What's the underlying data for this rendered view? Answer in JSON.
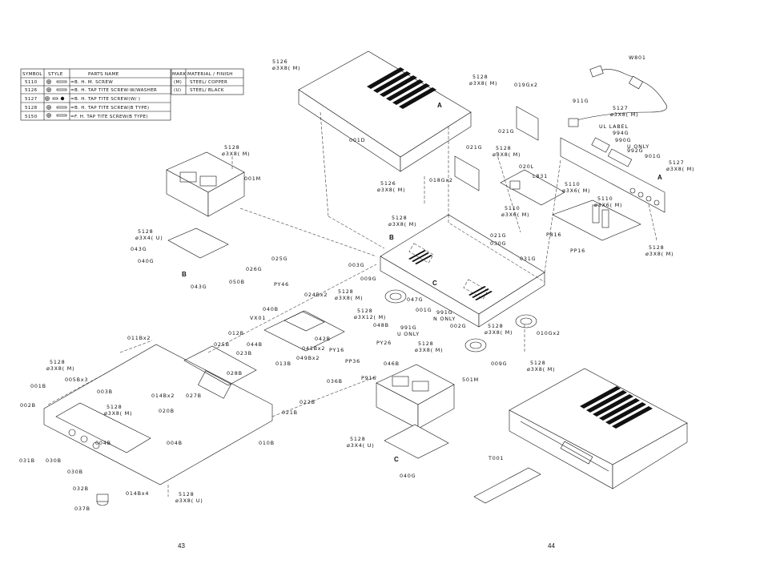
{
  "legend_table": {
    "headers": {
      "symbol": "SYMBOL",
      "style": "STYLE",
      "parts_name": "PARTS NAME"
    },
    "rows": [
      {
        "symbol": "5110",
        "name": "=B. H. M. SCREW"
      },
      {
        "symbol": "5126",
        "name": "=B. H. TAP TITE SCREW-W/WASHER"
      },
      {
        "symbol": "5127",
        "name": "=B. H. TAP TITE SCREW(W/ )"
      },
      {
        "symbol": "5128",
        "name": "=B. H. TAP TITE SCREW(B TYPE)"
      },
      {
        "symbol": "5150",
        "name": "=F. H. TAP TITE SCREW(B TYPE)"
      }
    ]
  },
  "mark_table": {
    "headers": {
      "mark": "MARK",
      "material": "MATERIAL / FINISH"
    },
    "rows": [
      {
        "mark": "(M)",
        "finish": "STEEL/ COPPER"
      },
      {
        "mark": "(U)",
        "finish": "STEEL/ BLACK"
      }
    ]
  },
  "labels": {
    "l_5126_top": "5126",
    "l_5126_top_b": "ø3X8( M)",
    "l_5128_a": "5128",
    "l_5128_a_b": "ø3X8( M)",
    "l_019g": "019Gx2",
    "l_w801": "W801",
    "l_911g": "911G",
    "l_5127_top": "5127",
    "l_5127_top_b": "ø3X8( M)",
    "l_ul": "UL LABEL",
    "l_994g": "994G",
    "l_021g_a": "021G",
    "l_990g": "990G",
    "l_uonly_a": "U ONLY",
    "l_992g": "992G",
    "l_901g": "901G",
    "l_001d": "001D",
    "l_021g_b": "021G",
    "l_5128_b": "5128",
    "l_5128_b_b": "ø3X8( M)",
    "l_5127_b": "5127",
    "l_5127_b_b": "ø3X8( M)",
    "l_5128_c": "5128",
    "l_5128_c_b": "ø3X8( M)",
    "l_001m": "001M",
    "l_020l": "020L",
    "l_l831": "L831",
    "l_018g": "018Gx2",
    "l_5126_b": "5126",
    "l_5126_b_b": "ø3X8( M)",
    "l_5110_a": "5110",
    "l_5110_a_b": "ø3X6( M)",
    "l_5110_b": "5110",
    "l_5110_b_b": "ø3X6( M)",
    "l_5110_c": "5110",
    "l_5110_c_b": "ø3X6( M)",
    "l_5128_d": "5128",
    "l_5128_d_b": "ø3X8( M)",
    "l_5128_e": "5128",
    "l_5128_e_b": "ø3X4( U)",
    "l_p816": "P816",
    "l_021g_c": "021G",
    "l_030g": "030G",
    "l_5128_f": "5128",
    "l_5128_f_b": "ø3X8( M)",
    "l_043g_a": "043G",
    "l_040g_a": "040G",
    "l_025g": "025G",
    "l_pp16": "PP16",
    "l_003g": "003G",
    "l_031g": "031G",
    "l_026g": "026G",
    "l_043g_b": "043G",
    "l_050b": "050B",
    "l_009g_a": "009G",
    "l_py46": "PY46",
    "l_5128_g": "5128",
    "l_5128_g_b": "ø3X8( M)",
    "l_024b": "024Bx2",
    "l_047g": "047G",
    "l_040b": "040B",
    "l_5128_h": "5128",
    "l_5128_h_b": "ø3X12( M)",
    "l_001g": "001G",
    "l_991g_a": "991G",
    "l_nonly": "N ONLY",
    "l_vx01": "VX01",
    "l_048b": "048B",
    "l_002g": "002G",
    "l_5128_i": "5128",
    "l_5128_i_b": "ø3X8( M)",
    "l_010g": "010Gx2",
    "l_991g_b": "991G",
    "l_uonly_b": "U ONLY",
    "l_011b": "011Bx2",
    "l_012b": "012B",
    "l_044b": "044B",
    "l_042b": "042B",
    "l_py26": "PY26",
    "l_025b": "025B",
    "l_041b": "041Bx2",
    "l_py16": "PY16",
    "l_5128_j": "5128",
    "l_5128_j_b": "ø3X8( M)",
    "l_023b": "023B",
    "l_049b": "049Bx2",
    "l_5128_k": "5128",
    "l_5128_k_b": "ø3X8( M)",
    "l_005b": "005Bx3",
    "l_013b": "013B",
    "l_pp36": "PP36",
    "l_046b": "046B",
    "l_009g_b": "009G",
    "l_5128_l": "5128",
    "l_5128_l_b": "ø3X8( M)",
    "l_001b": "001B",
    "l_028b": "028B",
    "l_p916": "P916",
    "l_501m": "501M",
    "l_036b": "036B",
    "l_003b": "003B",
    "l_014b_a": "014Bx2",
    "l_027b": "027B",
    "l_022b": "022B",
    "l_002b": "002B",
    "l_5128_m": "5128",
    "l_5128_m_b": "ø3X8( M)",
    "l_020b": "020B",
    "l_021b": "021B",
    "l_004b_a": "004B",
    "l_004b_b": "004B",
    "l_010b": "010B",
    "l_5128_n": "5128",
    "l_5128_n_b": "ø3X4( U)",
    "l_031b": "031B",
    "l_030b": "030B",
    "l_t001": "T001",
    "l_030b_b": "030B",
    "l_040g_b": "040G",
    "l_032b": "032B",
    "l_014b_b": "014Bx4",
    "l_5128_o": "5128",
    "l_5128_o_b": "ø3X8( U)",
    "l_037b": "037B",
    "m_a1": "A",
    "m_a2": "A",
    "m_b1": "B",
    "m_b2": "B",
    "m_c1": "C",
    "m_c2": "C"
  },
  "page_numbers": {
    "left": "43",
    "right": "44"
  }
}
